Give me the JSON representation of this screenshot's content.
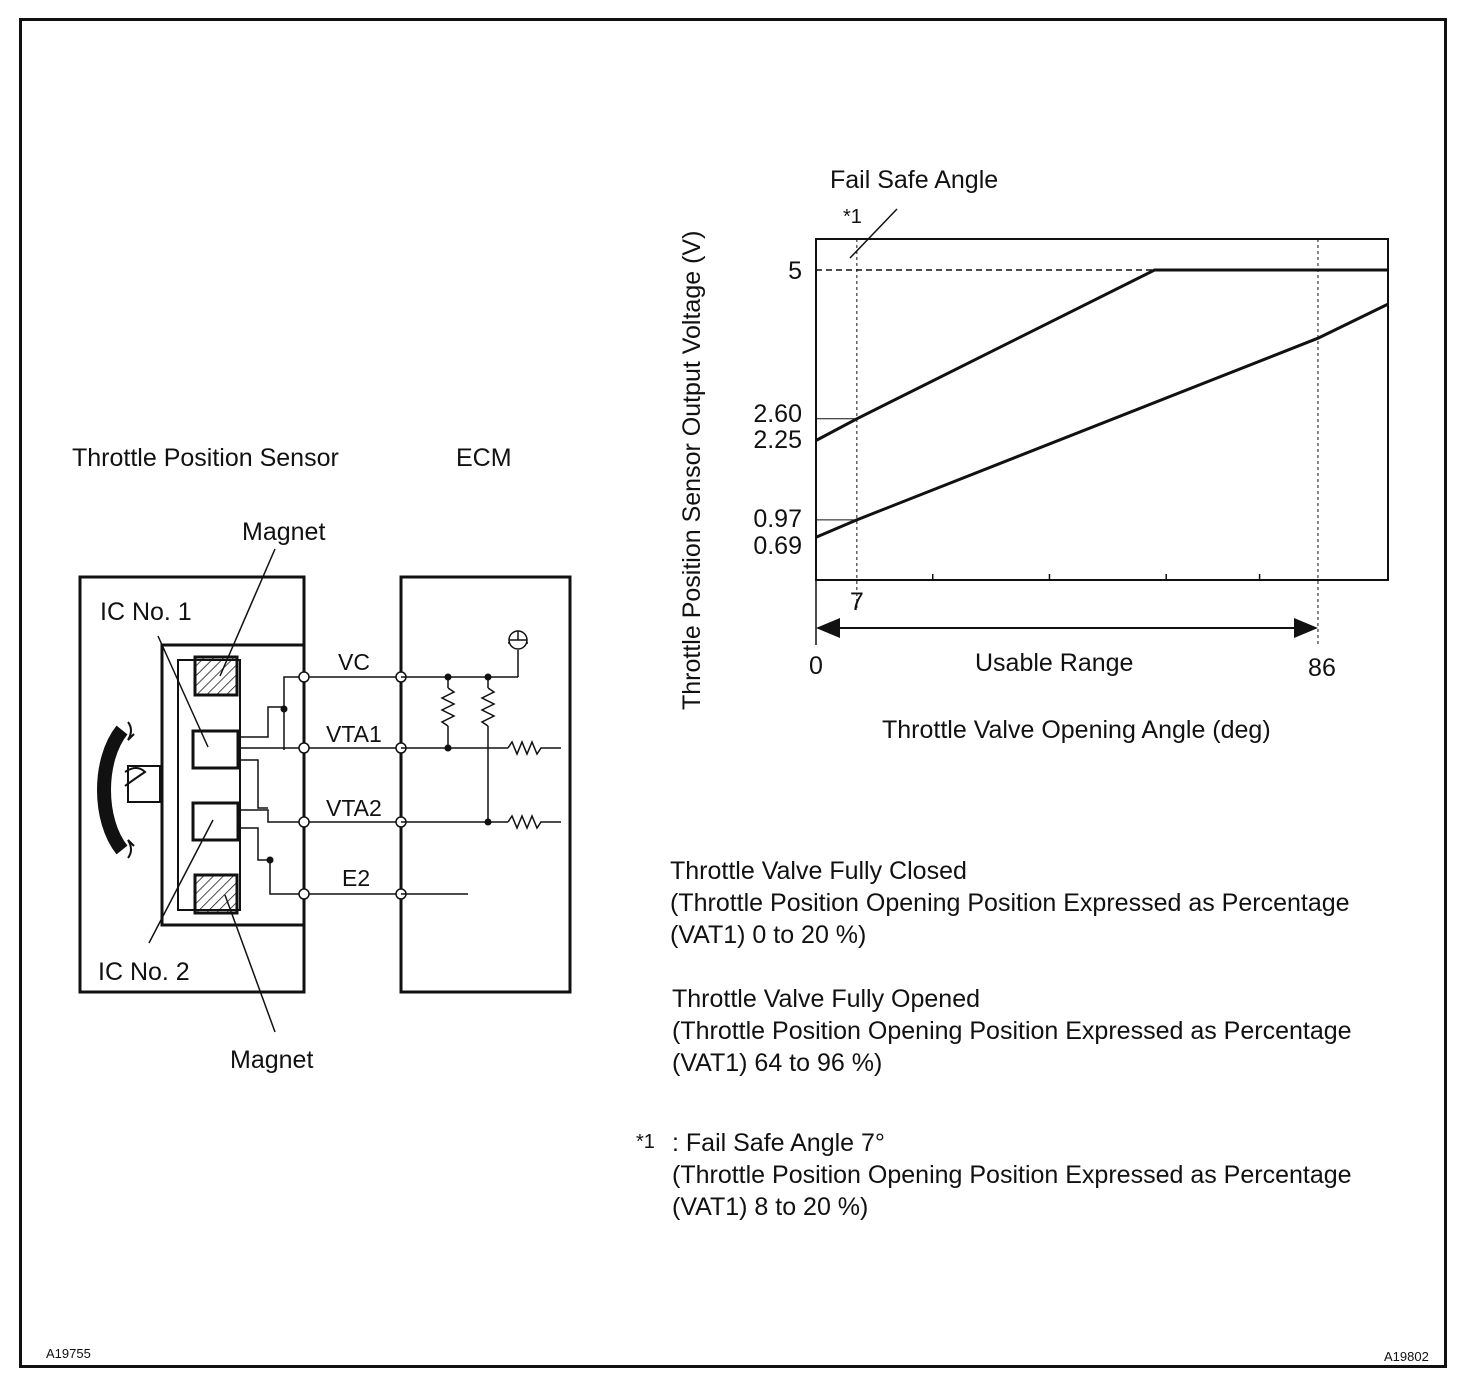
{
  "circuit": {
    "tps_title": "Throttle Position Sensor",
    "ecm_title": "ECM",
    "magnet_top": "Magnet",
    "magnet_bottom": "Magnet",
    "ic1": "IC No. 1",
    "ic2": "IC No. 2",
    "terminals": [
      "VC",
      "VTA1",
      "VTA2",
      "E2"
    ]
  },
  "chart_data": {
    "type": "line",
    "annotation_top": "Fail Safe Angle",
    "footnote_marker": "*1",
    "xlabel": "Throttle Valve Opening Angle (deg)",
    "ylabel": "Throttle Position Sensor Output Voltage (V)",
    "x_ticks": [
      "0",
      "7",
      "86"
    ],
    "y_ticks": [
      "5",
      "2.60",
      "2.25",
      "0.97",
      "0.69"
    ],
    "range_label": "Usable Range",
    "xlim": [
      0,
      98
    ],
    "ylim": [
      0,
      5.5
    ],
    "series": [
      {
        "x": [
          0,
          7,
          58,
          98
        ],
        "y": [
          2.25,
          2.6,
          5.0,
          5.0
        ]
      },
      {
        "x": [
          0,
          7,
          86,
          98
        ],
        "y": [
          0.69,
          0.97,
          3.9,
          4.45
        ]
      }
    ]
  },
  "notes": {
    "closed_title": "Throttle Valve Fully Closed",
    "closed_line2": "(Throttle Position Opening Position Expressed as Percentage",
    "closed_line3": "(VAT1) 0 to 20 %)",
    "opened_title": "Throttle Valve Fully Opened",
    "opened_line2": "(Throttle Position Opening Position Expressed as Percentage",
    "opened_line3": "(VAT1) 64 to 96 %)",
    "footnote_marker": "*1",
    "footnote_title": ": Fail Safe Angle 7°",
    "footnote_line2": "(Throttle Position Opening Position Expressed as Percentage",
    "footnote_line3": "(VAT1) 8 to 20 %)"
  },
  "codes": {
    "left": "A19755",
    "right": "A19802"
  }
}
